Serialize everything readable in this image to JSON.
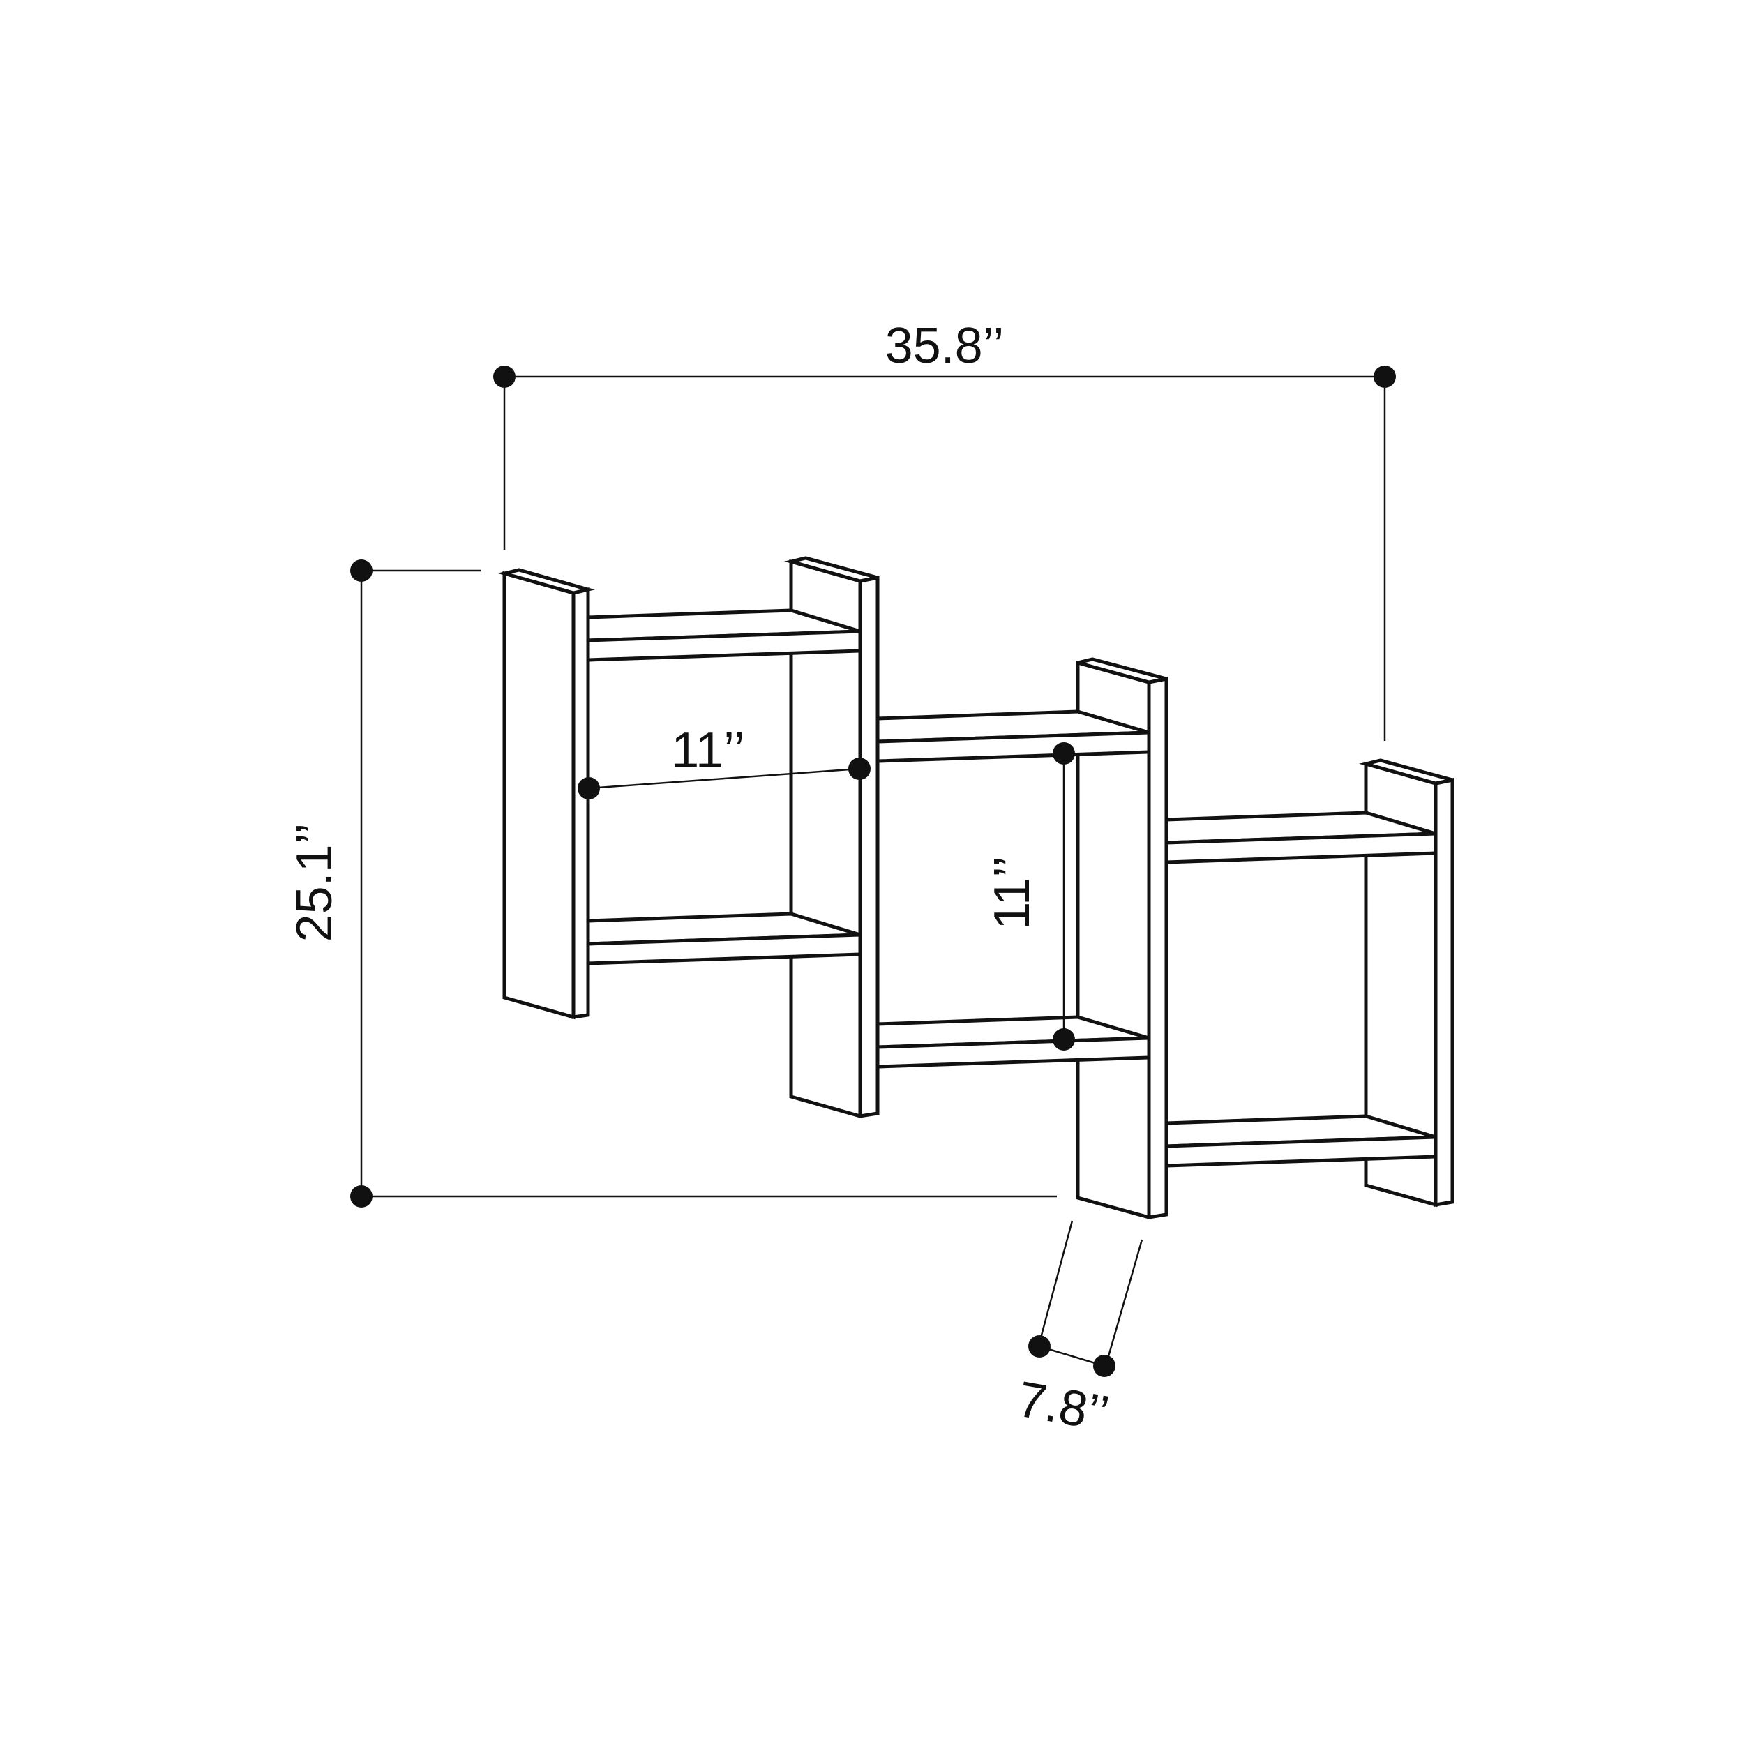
{
  "colors": {
    "line": "#111111",
    "background": "#ffffff"
  },
  "dimensions": {
    "width": "35.8’’",
    "height": "25.1’’",
    "shelf_width": "11’’",
    "shelf_height": "11’’",
    "depth": "7.8’’"
  }
}
